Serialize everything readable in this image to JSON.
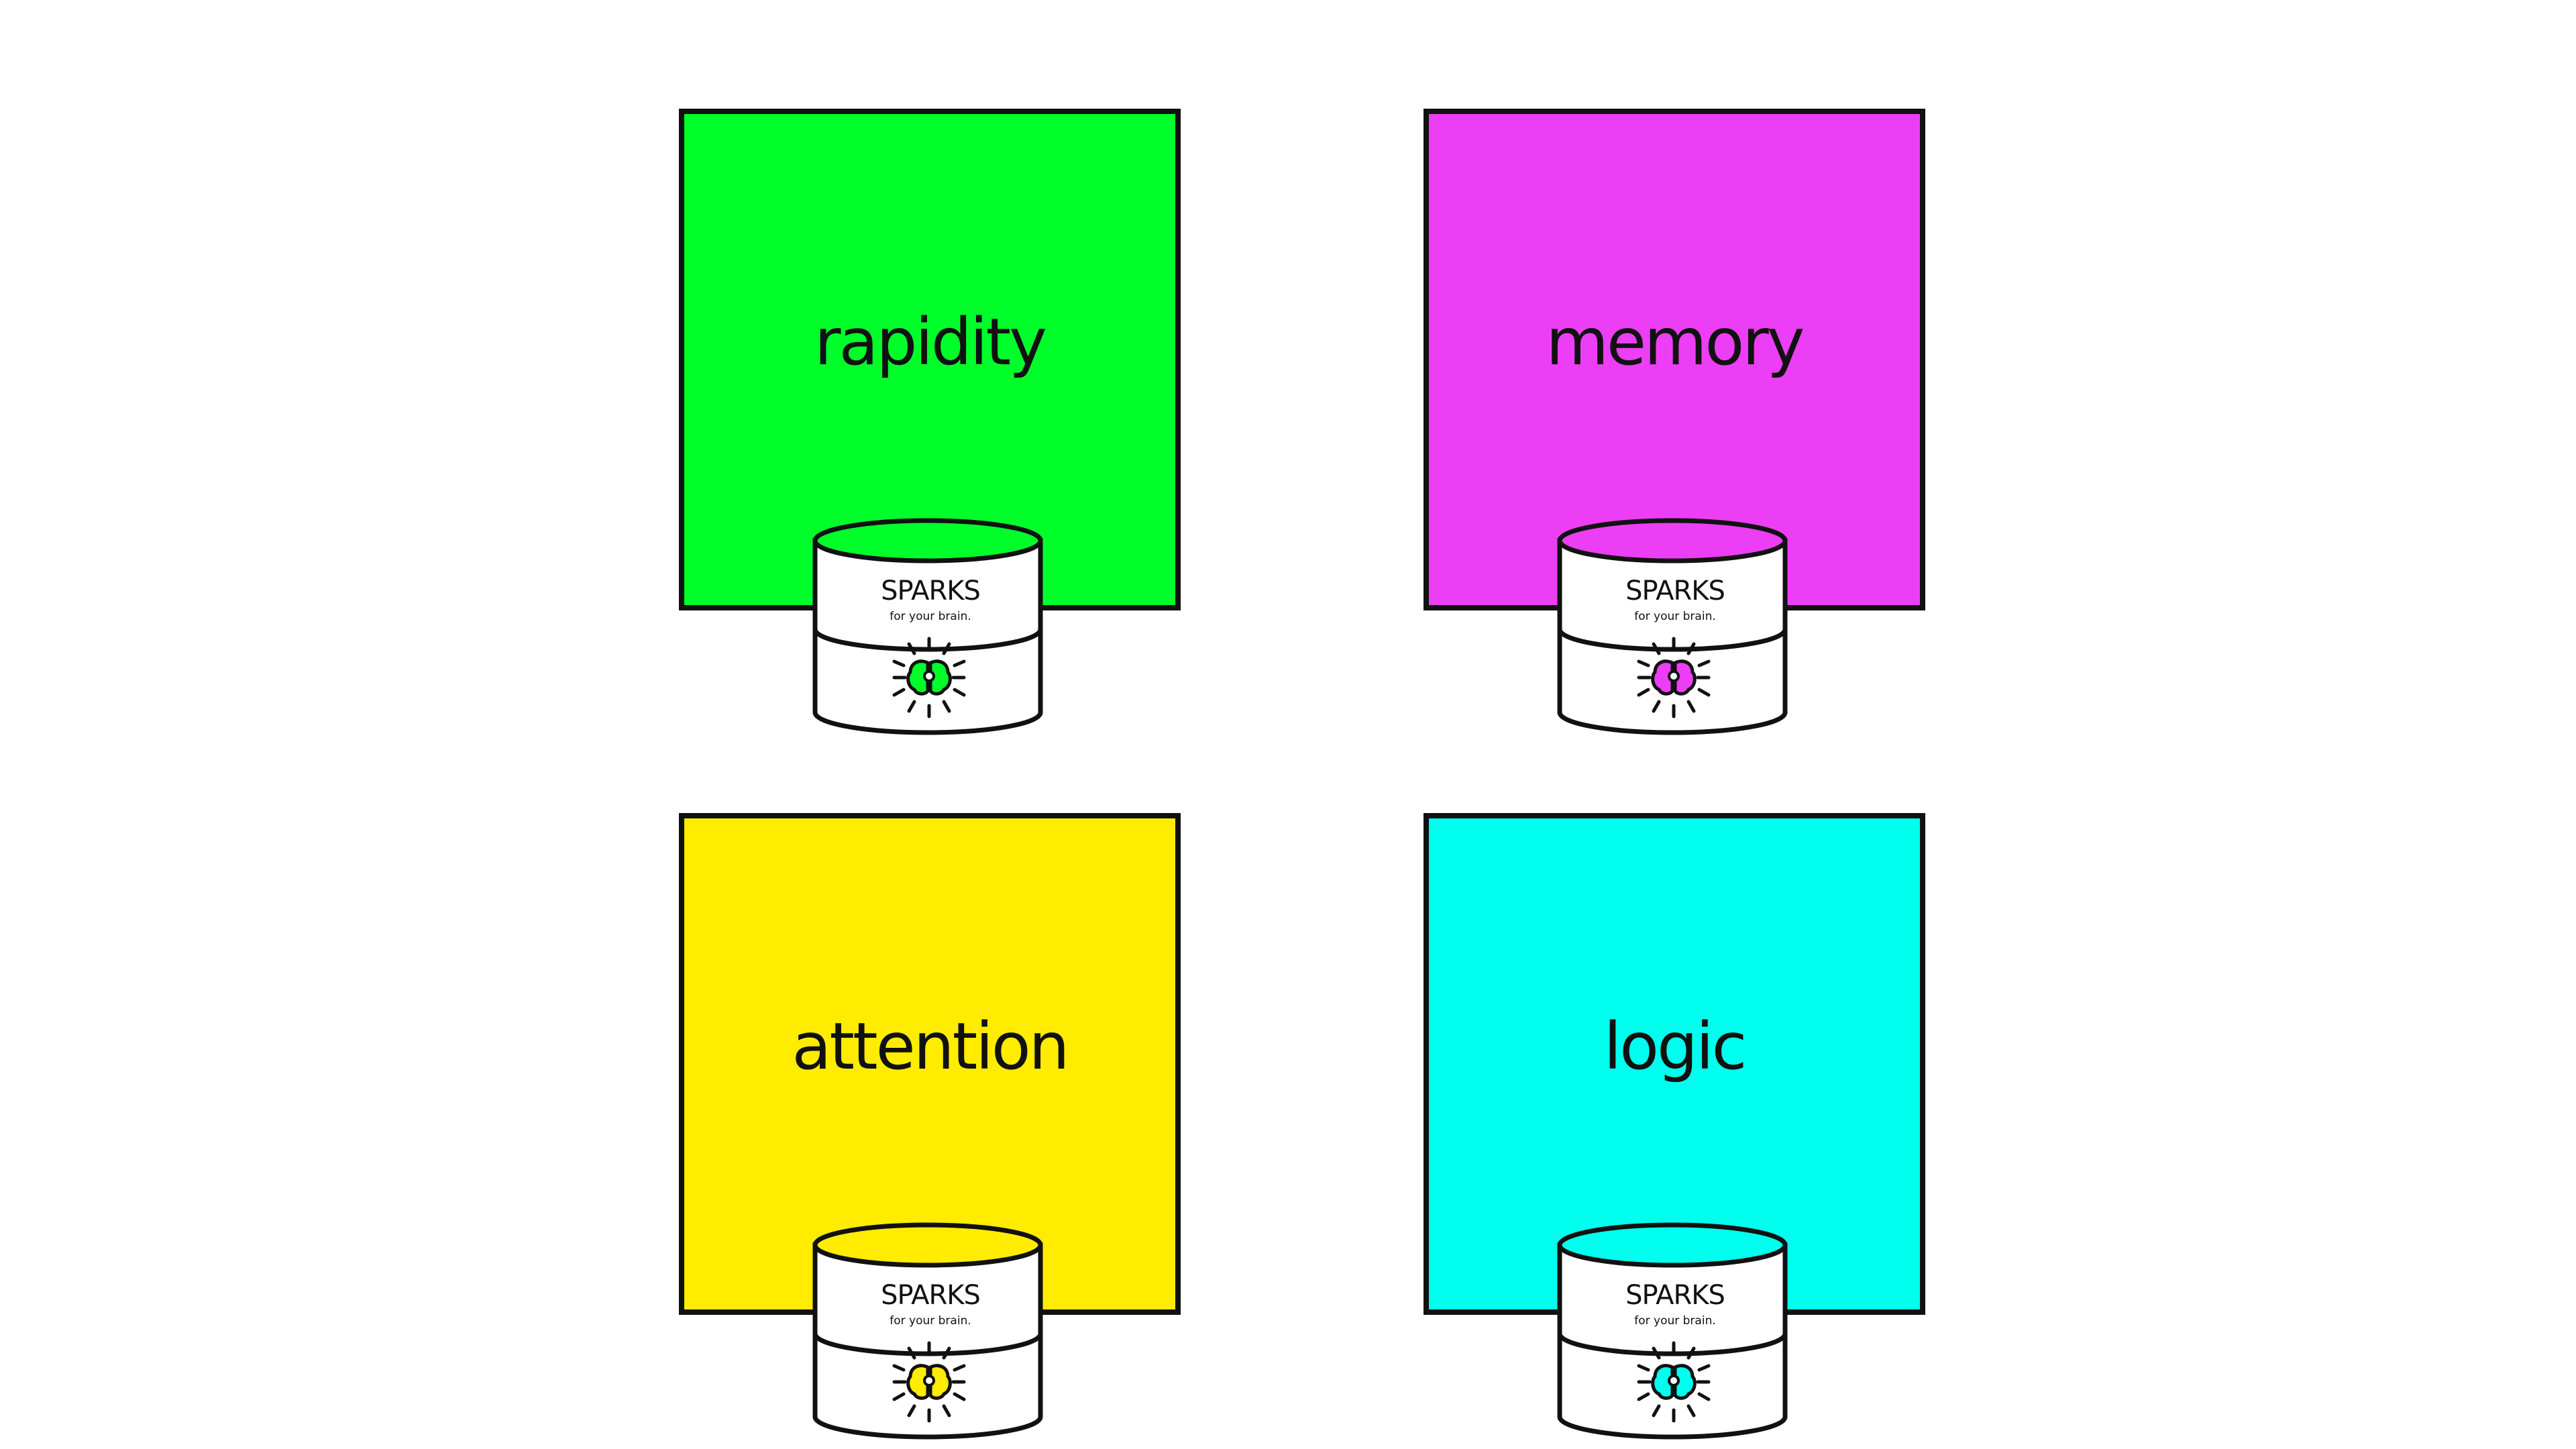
{
  "brand": {
    "name": "SPARKS",
    "tagline": "for your brain."
  },
  "products": [
    {
      "label": "rapidity",
      "color": "#00ff2a",
      "icon": "brain-icon"
    },
    {
      "label": "memory",
      "color": "#ec3ef5",
      "icon": "brain-icon"
    },
    {
      "label": "attention",
      "color": "#ffec00",
      "icon": "brain-icon"
    },
    {
      "label": "logic",
      "color": "#00ffee",
      "icon": "brain-icon"
    }
  ]
}
